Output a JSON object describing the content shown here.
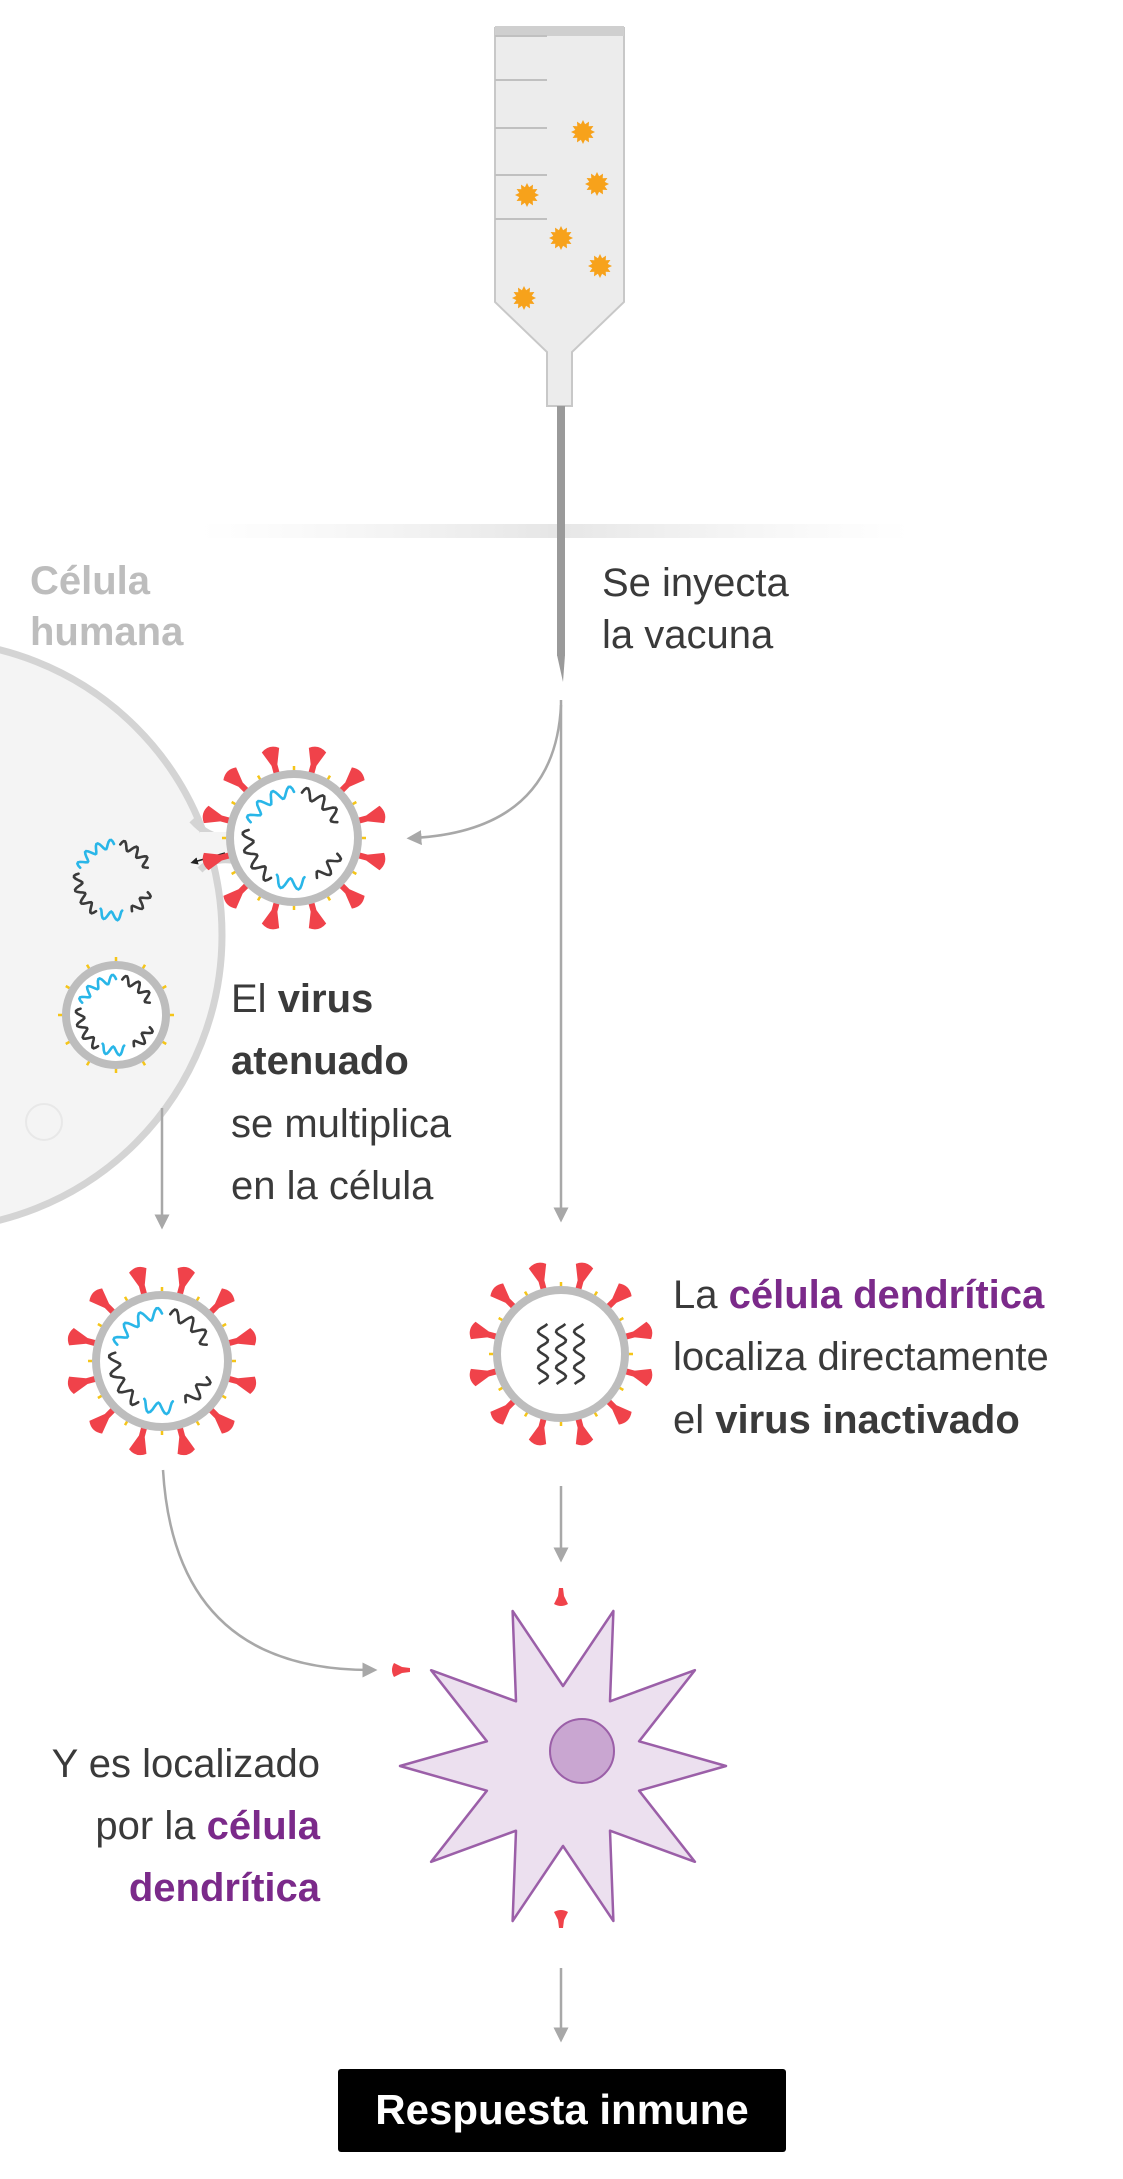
{
  "labels": {
    "cell_human_1": "Célula",
    "cell_human_2": "humana",
    "inject_1": "Se inyecta",
    "inject_2": "la vacuna",
    "attenuated": {
      "w1": "El ",
      "w2": "virus",
      "w3": "atenuado",
      "w4": "se multiplica",
      "w5": "en la célula"
    },
    "dendritic_direct": {
      "w1": "La ",
      "w2": "célula dendrítica",
      "w3": "localiza directamente",
      "w4": "el ",
      "w5": "virus inactivado"
    },
    "located": {
      "w1": "Y es localizado",
      "w2": "por la ",
      "w3": "célula",
      "w4": "dendrítica"
    },
    "immune_response": "Respuesta inmune"
  },
  "colors": {
    "spike": "#f0424a",
    "marker": "#f5c518",
    "membrane": "#bdbdbd",
    "rna_blue": "#29b6e8",
    "rna_dark": "#3a3a3a",
    "virus_orange": "#f7a21b",
    "dendritic_fill": "#ece0ef",
    "dendritic_stroke": "#9b5fa8",
    "nucleus": "#c9a6d1",
    "arrow": "#a8a8a8"
  }
}
